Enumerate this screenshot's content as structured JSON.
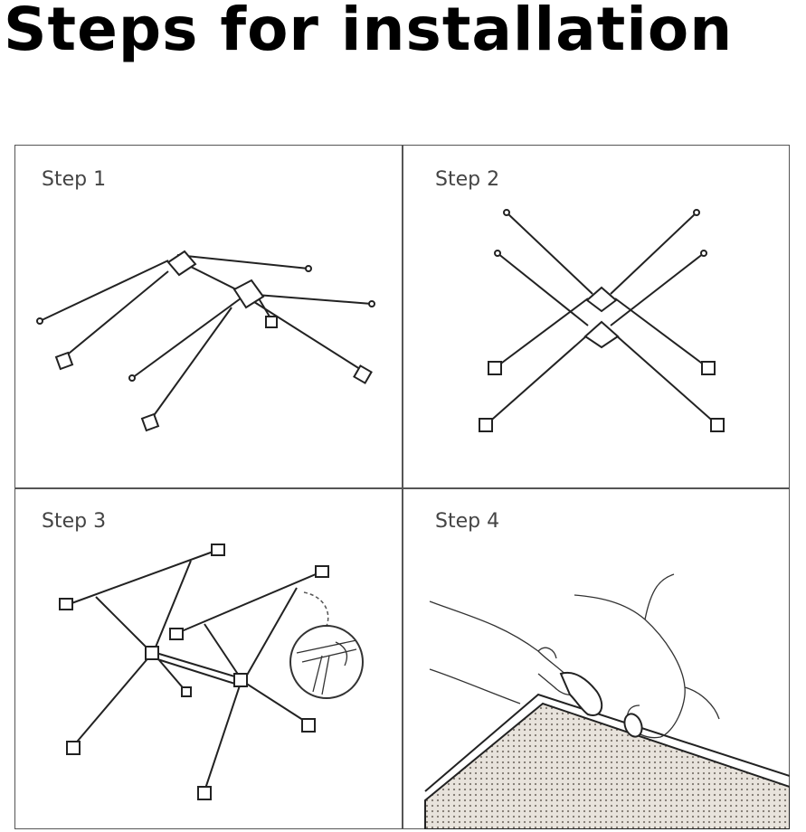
{
  "title": "Steps for installation",
  "steps": [
    {
      "label": "Step 1"
    },
    {
      "label": "Step 2"
    },
    {
      "label": "Step 3"
    },
    {
      "label": "Step 4"
    }
  ]
}
